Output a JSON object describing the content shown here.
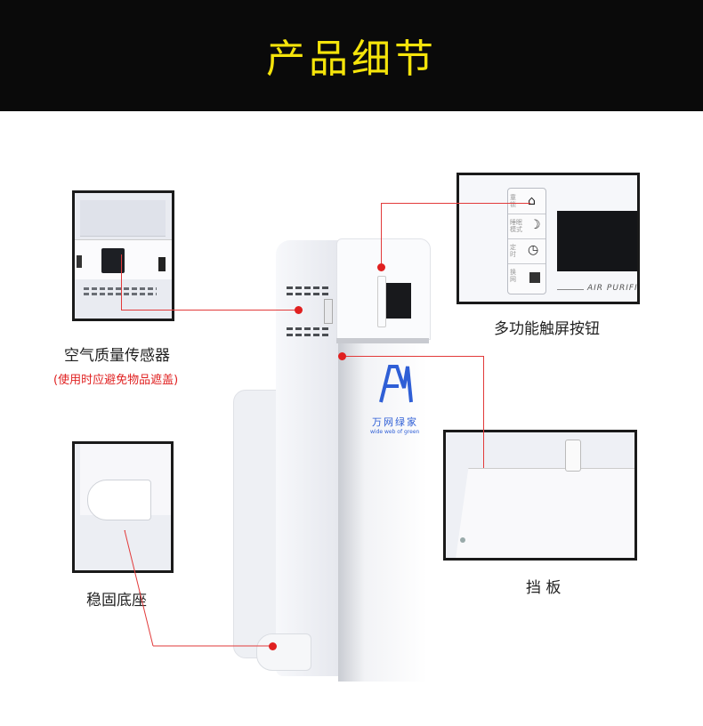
{
  "header": {
    "title": "产品细节"
  },
  "colors": {
    "header_bg": "#0a0a0a",
    "title": "#f5e40a",
    "leader": "#e02020"
  },
  "callouts": {
    "sensor": {
      "label": "空气质量传感器",
      "note": "(使用时应避免物品遮盖)"
    },
    "touch": {
      "label": "多功能触屏按钮"
    },
    "baffle": {
      "label": "挡 板"
    },
    "base": {
      "label": "稳固底座"
    }
  },
  "touch_panel": {
    "buttons": [
      {
        "text": "童锁",
        "icon": "lock-icon"
      },
      {
        "text": "睡眠模式",
        "icon": "moon-icon"
      },
      {
        "text": "定时",
        "icon": "clock-icon"
      },
      {
        "text": "换网",
        "icon": "filter-icon"
      }
    ],
    "brand": "AIR PURIFIER"
  },
  "product": {
    "logo_text": "万网绿家",
    "logo_sub": "wide web of green"
  }
}
